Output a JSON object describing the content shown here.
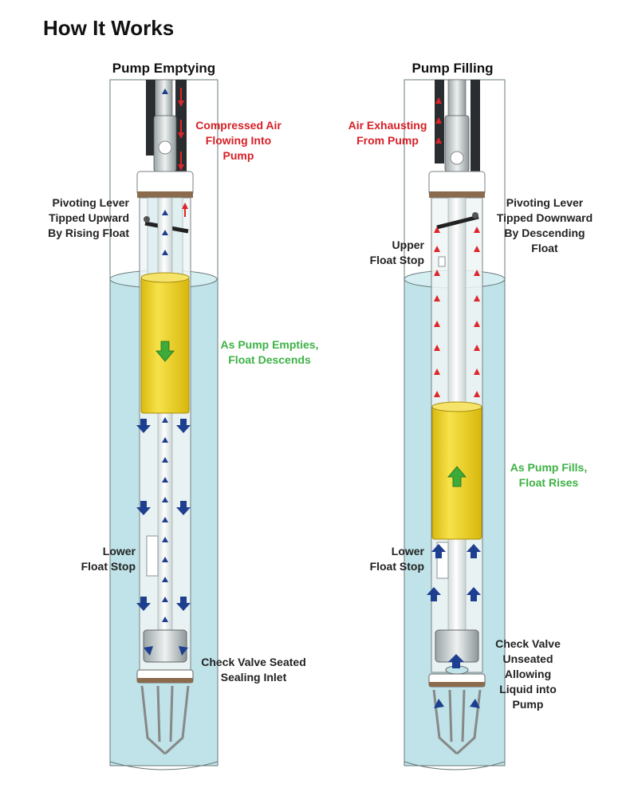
{
  "title": "How It Works",
  "colors": {
    "well_water": "#bfe3e8",
    "casing": "#f4f6f6",
    "float": "#f2d321",
    "air_arrow": "#e02429",
    "liquid_arrow": "#1e3f8f",
    "float_arrow": "#3cab3a",
    "red_label": "#d61f26",
    "green_label": "#3db245"
  },
  "panels": {
    "emptying": {
      "title": "Pump Emptying",
      "air_label": [
        "Compressed Air",
        "Flowing Into",
        "Pump"
      ],
      "lever_label": [
        "Pivoting Lever",
        "Tipped Upward",
        "By Rising Float"
      ],
      "float_label": [
        "As Pump Empties,",
        "Float Descends"
      ],
      "lower_stop_label": [
        "Lower",
        "Float Stop"
      ],
      "check_valve_label": [
        "Check Valve Seated",
        "Sealing Inlet"
      ]
    },
    "filling": {
      "title": "Pump Filling",
      "air_label": [
        "Air Exhausting",
        "From Pump"
      ],
      "lever_label": [
        "Pivoting Lever",
        "Tipped Downward",
        "By Descending",
        "Float"
      ],
      "upper_stop_label": [
        "Upper",
        "Float Stop"
      ],
      "float_label": [
        "As Pump Fills,",
        "Float Rises"
      ],
      "lower_stop_label": [
        "Lower",
        "Float Stop"
      ],
      "check_valve_label": [
        "Check Valve",
        "Unseated",
        "Allowing",
        "Liquid into",
        "Pump"
      ]
    }
  }
}
